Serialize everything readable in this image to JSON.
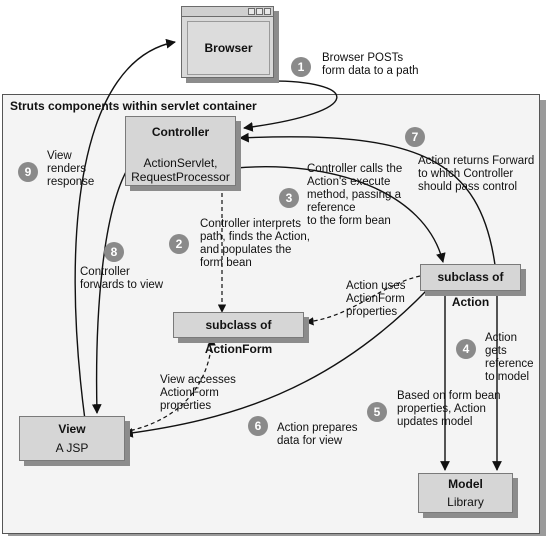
{
  "container": {
    "title": "Struts components within servlet container"
  },
  "boxes": {
    "browser": {
      "title": "Browser"
    },
    "controller": {
      "title": "Controller",
      "sub1": "ActionServlet,",
      "sub2": "RequestProcessor"
    },
    "action": {
      "title": "subclass of Action"
    },
    "actionform": {
      "title": "subclass of ActionForm"
    },
    "view": {
      "title": "View",
      "sub": "A JSP"
    },
    "model": {
      "title": "Model",
      "sub": "Library"
    }
  },
  "steps": [
    {
      "n": "1",
      "lines": [
        "Browser POSTs",
        "form data to a path"
      ]
    },
    {
      "n": "2",
      "lines": [
        "Controller interprets",
        "path, finds the Action,",
        "and populates the",
        "form bean"
      ]
    },
    {
      "n": "3",
      "lines": [
        "Controller calls the",
        "Action's execute",
        "method, passing a",
        "reference",
        "to the form bean"
      ]
    },
    {
      "n": "4",
      "lines": [
        "Action",
        "gets",
        "reference",
        "to model"
      ]
    },
    {
      "n": "5",
      "lines": [
        "Based on form bean",
        "properties, Action",
        "updates model"
      ]
    },
    {
      "n": "6",
      "lines": [
        "Action prepares",
        "data for view"
      ]
    },
    {
      "n": "7",
      "lines": [
        "Action returns Forward",
        "to which Controller",
        "should pass control"
      ]
    },
    {
      "n": "8",
      "lines": [
        "Controller",
        "forwards to view"
      ]
    },
    {
      "n": "9",
      "lines": [
        "View",
        "renders",
        "response"
      ]
    }
  ],
  "notes": {
    "uses": [
      "Action uses",
      "ActionForm",
      "properties"
    ],
    "view_accesses": [
      "View accesses",
      "ActionForm",
      "properties"
    ]
  }
}
